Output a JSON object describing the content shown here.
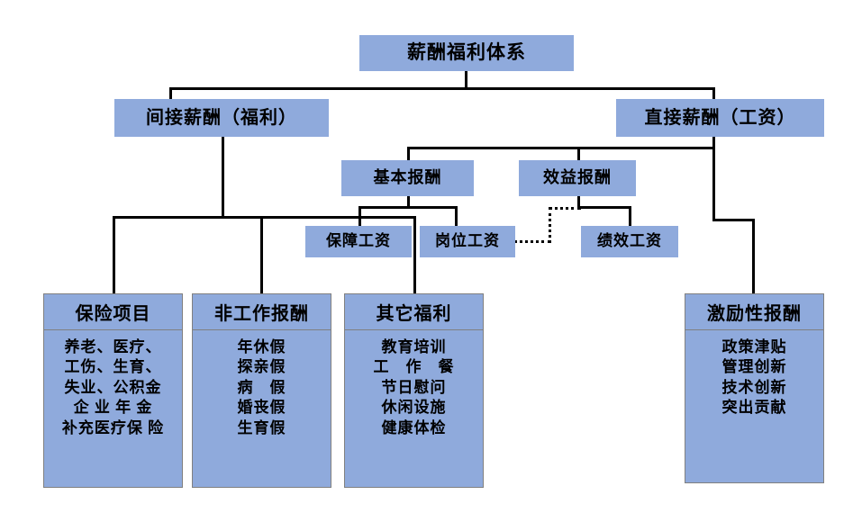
{
  "diagram": {
    "title": "薪酬福利体系",
    "nodes": {
      "root": "薪酬福利体系",
      "indirect": "间接薪酬（福利）",
      "direct": "直接薪酬（工资）",
      "basic_pay": "基本报酬",
      "benefit_pay": "效益报酬",
      "guarantee_wage": "保障工资",
      "post_wage": "岗位工资",
      "performance_wage": "绩效工资"
    },
    "panels": [
      {
        "header": "保险项目",
        "items": [
          "养老、医疗、",
          "工伤、生育、",
          "失业、公积金",
          "企 业 年 金",
          "补充医疗保 险"
        ]
      },
      {
        "header": "非工作报酬",
        "items": [
          "年休假",
          "探亲假",
          "病　假",
          "婚丧假",
          "生育假"
        ]
      },
      {
        "header": "其它福利",
        "items": [
          "教育培训",
          "工　作　餐",
          "节日慰问",
          "休闲设施",
          "健康体检"
        ]
      },
      {
        "header": "激励性报酬",
        "items": [
          "政策津贴",
          "管理创新",
          "技术创新",
          "突出贡献"
        ]
      }
    ],
    "colors": {
      "node_fill": "#8faadc",
      "panel_border": "#808080",
      "connector": "#000000",
      "background": "#ffffff"
    }
  }
}
